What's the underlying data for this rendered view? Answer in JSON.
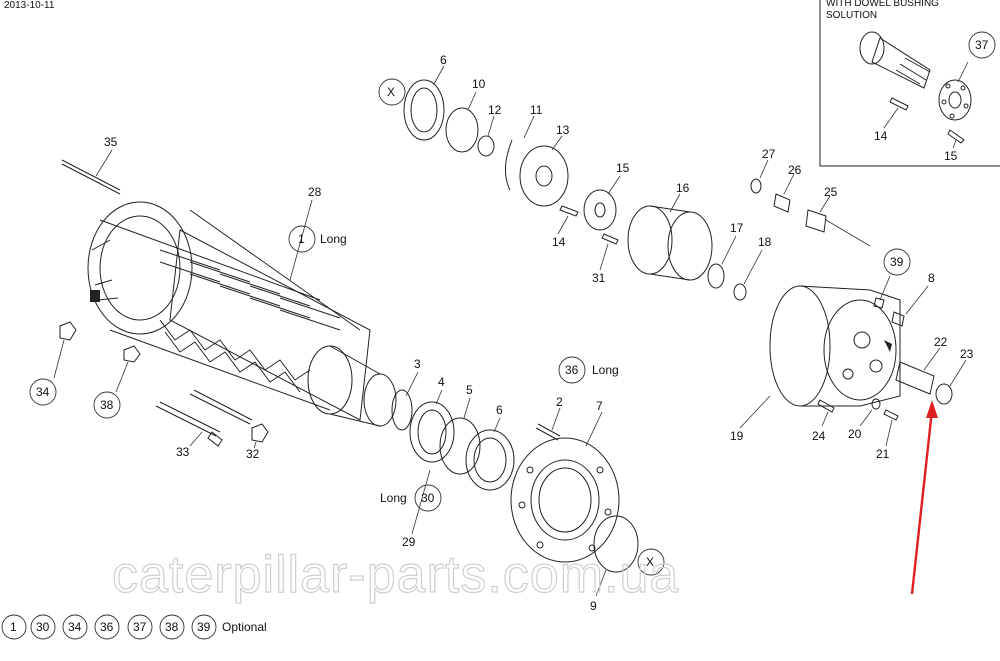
{
  "header": {
    "date": "2013-10-11"
  },
  "inset": {
    "line1": "WITH DOWEL BUSHING",
    "line2": "SOLUTION",
    "labels": {
      "p37": "37",
      "p14": "14",
      "p15": "15"
    }
  },
  "labels": {
    "p1": "1",
    "p1_note": "Long",
    "p2": "2",
    "p3": "3",
    "p4": "4",
    "p5": "5",
    "p6a": "6",
    "p6b": "6",
    "p7": "7",
    "p8": "8",
    "p9": "9",
    "p10": "10",
    "p11": "11",
    "p12": "12",
    "p13": "13",
    "p14": "14",
    "p15": "15",
    "p16": "16",
    "p17": "17",
    "p18": "18",
    "p19": "19",
    "p20": "20",
    "p21": "21",
    "p22": "22",
    "p23": "23",
    "p24": "24",
    "p25": "25",
    "p26": "26",
    "p27": "27",
    "p28": "28",
    "p29": "29",
    "p30": "30",
    "p30_note": "Long",
    "p31": "31",
    "p32": "32",
    "p33": "33",
    "p34": "34",
    "p35": "35",
    "p36": "36",
    "p36_note": "Long",
    "p38": "38",
    "p39": "39",
    "xa": "X",
    "xb": "X"
  },
  "legend": {
    "items": [
      "1",
      "30",
      "34",
      "36",
      "37",
      "38",
      "39"
    ],
    "text": "Optional"
  },
  "watermark": "caterpillar-parts.com.ua",
  "colors": {
    "line": "#222222",
    "arrow": "#e02020",
    "watermark": "#cfcfcf"
  }
}
